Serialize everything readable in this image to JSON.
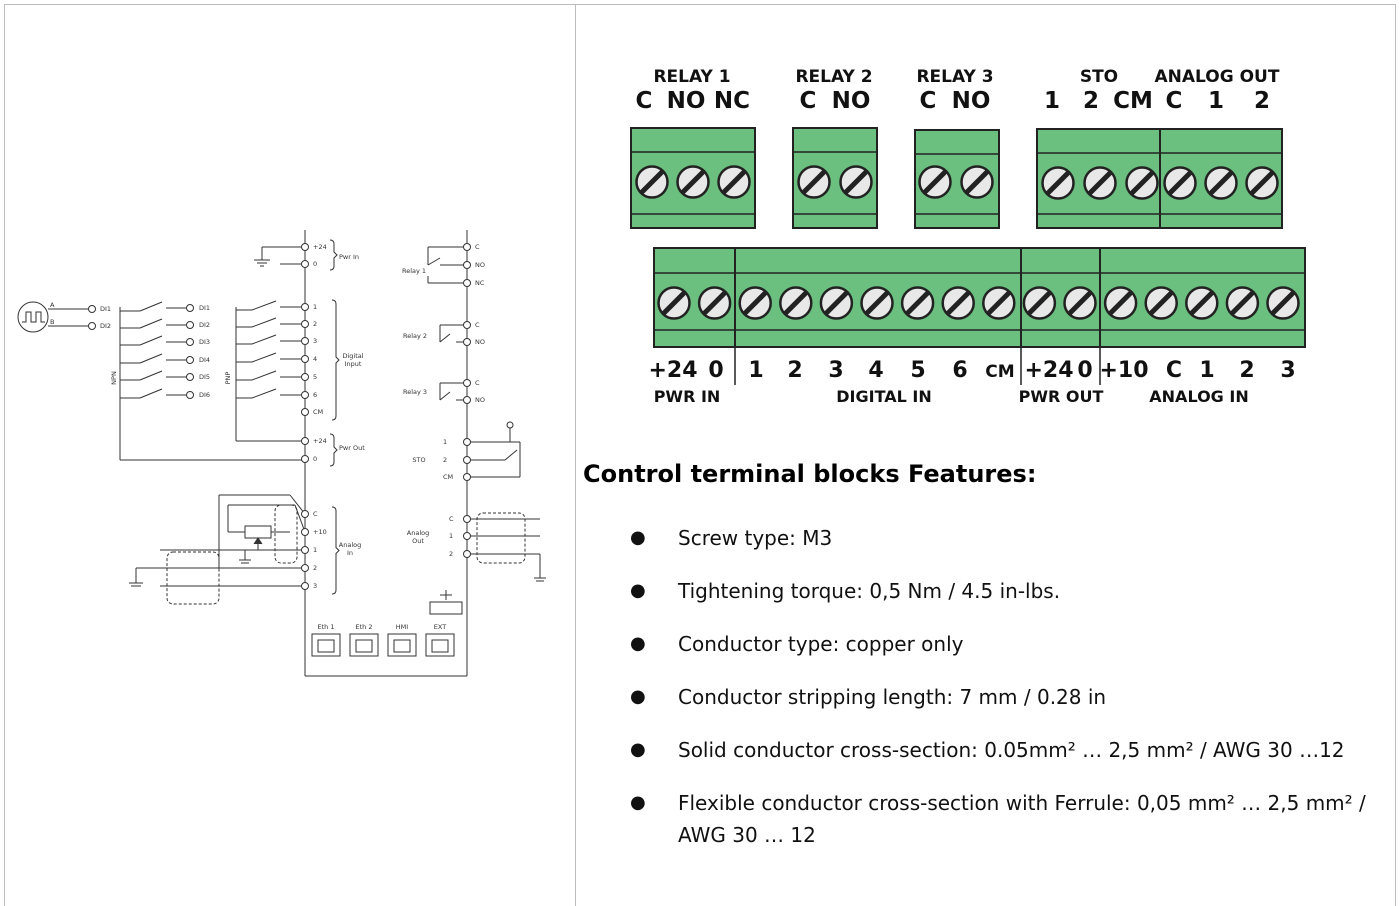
{
  "wiring_diagram": {
    "pwr_in": {
      "label": "Pwr In",
      "terminals": [
        "+24",
        "0"
      ]
    },
    "digital_input": {
      "label": "Digital\nInput",
      "terminals": [
        "1",
        "2",
        "3",
        "4",
        "5",
        "6",
        "CM"
      ]
    },
    "pwr_out": {
      "label": "Pwr Out",
      "terminals": [
        "+24",
        "0"
      ]
    },
    "analog_in": {
      "label": "Analog\nIn",
      "terminals": [
        "C",
        "+10",
        "1",
        "2",
        "3"
      ]
    },
    "npn_label": "NPN",
    "pnp_label": "PNP",
    "encoder_pins": [
      "A",
      "B"
    ],
    "encoder_inputs": [
      "DI1",
      "DI2"
    ],
    "npn_inputs": [
      "DI1",
      "DI2",
      "DI3",
      "DI4",
      "DI5",
      "DI6"
    ],
    "relay1": {
      "label": "Relay 1",
      "terminals": [
        "C",
        "NO",
        "NC"
      ]
    },
    "relay2": {
      "label": "Relay 2",
      "terminals": [
        "C",
        "NO"
      ]
    },
    "relay3": {
      "label": "Relay 3",
      "terminals": [
        "C",
        "NO"
      ]
    },
    "sto": {
      "label": "STO",
      "terminals": [
        "1",
        "2",
        "CM"
      ]
    },
    "analog_out": {
      "label": "Analog\nOut",
      "terminals": [
        "C",
        "1",
        "2"
      ]
    },
    "ports": [
      "Eth 1",
      "Eth 2",
      "HMI",
      "EXT"
    ]
  },
  "terminal_blocks": {
    "top_groups": [
      {
        "title": "RELAY 1",
        "pins": "C  NO NC",
        "screws": 3
      },
      {
        "title": "RELAY 2",
        "pins": "C  NO",
        "screws": 2
      },
      {
        "title": "RELAY 3",
        "pins": "C  NO",
        "screws": 2
      },
      {
        "title": "STO",
        "pins": "1   2  CM",
        "screws": 3
      },
      {
        "title": "ANALOG OUT",
        "pins": "C   1   2",
        "screws": 3
      }
    ],
    "bottom_groups": [
      {
        "pins": [
          "+24",
          "0"
        ],
        "label": "PWR IN",
        "screws": 2
      },
      {
        "pins": [
          "1",
          "2",
          "3",
          "4",
          "5",
          "6",
          "CM"
        ],
        "label": "DIGITAL IN",
        "screws": 7
      },
      {
        "pins": [
          "+24",
          "0"
        ],
        "label": "PWR OUT",
        "screws": 2
      },
      {
        "pins": [
          "+10",
          "C",
          "1",
          "2",
          "3"
        ],
        "label": "ANALOG IN",
        "screws": 5
      }
    ],
    "colors": {
      "block": "#6bbf7f",
      "outline": "#222222",
      "screw": "#e8e8e8"
    }
  },
  "features": {
    "title": "Control terminal blocks Features:",
    "items": [
      "Screw type: M3",
      "Tightening torque: 0,5 Nm / 4.5 in-lbs.",
      "Conductor type: copper only",
      "Conductor stripping length: 7 mm / 0.28 in",
      "Solid conductor cross-section: 0.05mm² … 2,5 mm² / AWG 30 …12",
      "Flexible conductor cross-section with Ferrule: 0,05 mm² … 2,5 mm² / AWG 30 … 12"
    ]
  }
}
